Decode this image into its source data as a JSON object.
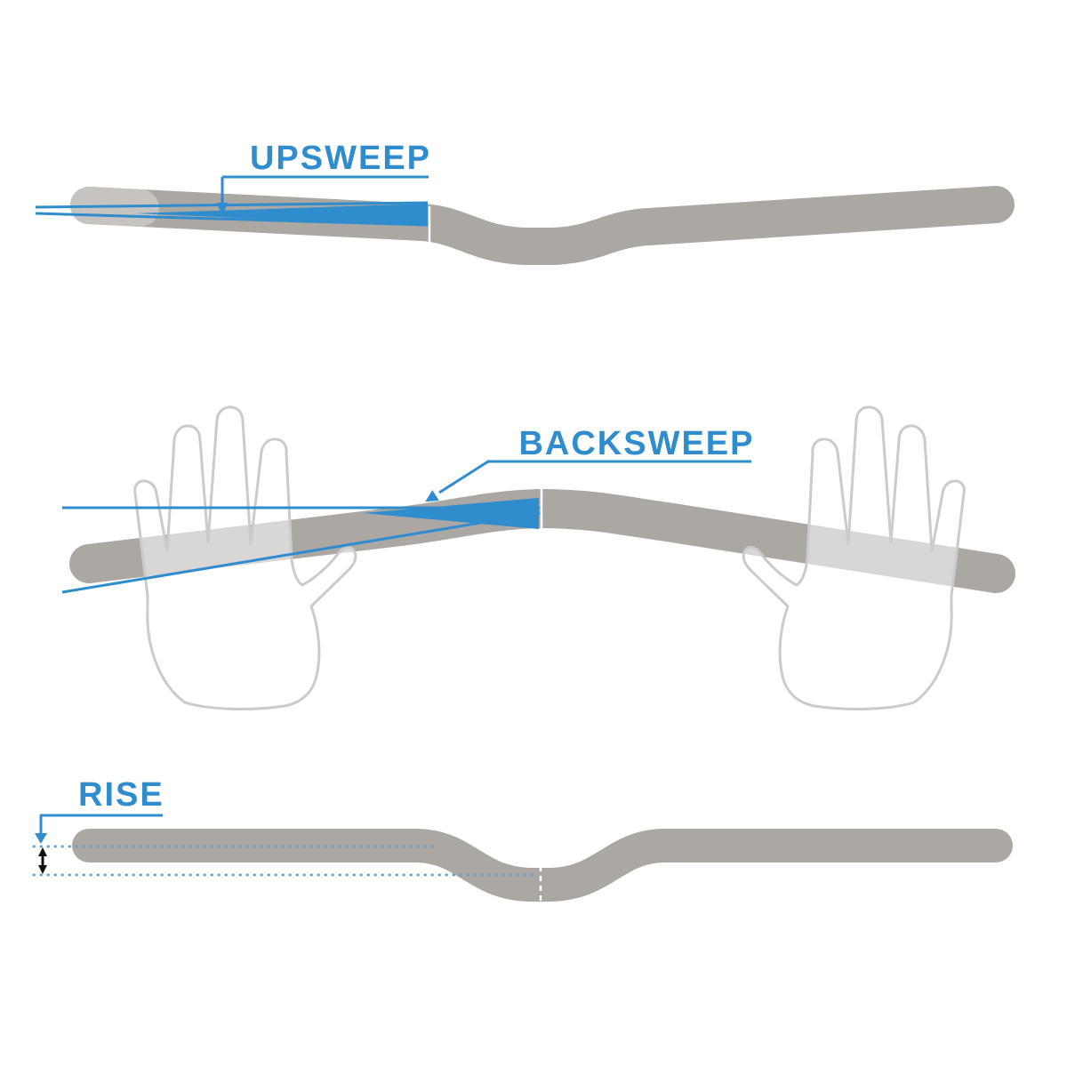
{
  "page": {
    "background": "#ffffff"
  },
  "colors": {
    "page_bg": "#ffffff",
    "bar_gray": "#aba7a3",
    "bar_light": "#c6c3c0",
    "accent_blue": "#2f8ccd",
    "dotted_blue": "#58a6dc",
    "hand_outline": "#cbcbcb",
    "measure_black": "#111111"
  },
  "diagram": {
    "sections": [
      {
        "id": "upsweep",
        "label": "UPSWEEP"
      },
      {
        "id": "backsweep",
        "label": "BACKSWEEP"
      },
      {
        "id": "rise",
        "label": "RISE"
      }
    ]
  }
}
